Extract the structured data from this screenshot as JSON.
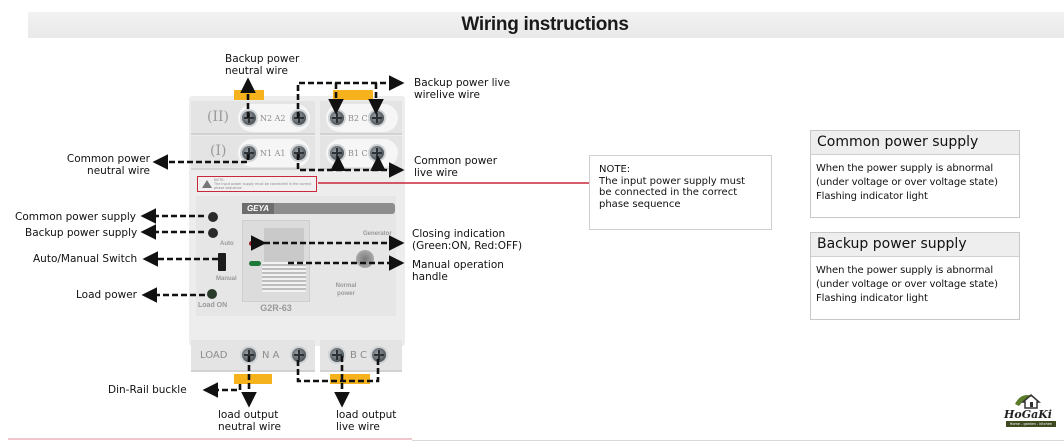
{
  "title": "Wiring instructions",
  "device": {
    "brand": "GEYA",
    "model": "G2R-63",
    "row2_label": "(II)",
    "row1_label": "(I)",
    "load_label": "LOAD",
    "terminals_row2_left": "N2 A2",
    "terminals_row2_right": "B2 C2",
    "terminals_row1_left": "N1 A1",
    "terminals_row1_right": "B1 C1",
    "terminals_load_left": "N A",
    "terminals_load_right": "B C",
    "auto_label": "Auto",
    "manual_label": "Manual",
    "load_on_label": "Load ON",
    "generator_label": "Generator",
    "normal_power_label": "Normal power",
    "warning_title": "NOTE:",
    "warning_text": "The input power supply must be connected in the correct phase sequence",
    "led_colors": {
      "red": "#a01d1d",
      "green": "#1f7a3a"
    }
  },
  "labels": {
    "backup_neutral": [
      "Backup power",
      "neutral wire"
    ],
    "backup_live": [
      "Backup power live",
      "wirelive wire"
    ],
    "common_neutral": [
      "Common power",
      "neutral wire"
    ],
    "common_live": [
      "Common power",
      "live wire"
    ],
    "common_supply": "Common power supply",
    "backup_supply": "Backup power supply",
    "auto_manual": "Auto/Manual Switch",
    "load_power": "Load power",
    "closing_indication": [
      "Closing indication",
      "(Green:ON, Red:OFF)"
    ],
    "manual_handle": [
      "Manual operation",
      "handle"
    ],
    "din_rail": "Din-Rail buckle",
    "load_neutral": [
      "load output",
      "neutral wire"
    ],
    "load_live": [
      "load output",
      "live wire"
    ]
  },
  "note": {
    "title": "NOTE:",
    "lines": [
      "The input power supply must",
      "be connected in the correct",
      "phase sequence"
    ]
  },
  "info_boxes": [
    {
      "heading": "Common power supply",
      "lines": [
        "When the power supply is abnormal",
        "(under voltage or over voltage state)",
        "Flashing indicator light"
      ]
    },
    {
      "heading": "Backup power supply",
      "lines": [
        "When the power supply is abnormal",
        "(under voltage or over voltage state)",
        "Flashing indicator light"
      ]
    }
  ],
  "brand_logo": {
    "name": "HoGaKi",
    "tagline": "Home - garden - kitchen"
  },
  "colors": {
    "accent_red": "#c8283a",
    "clip_orange": "#f6b21c",
    "logo_green": "#3e4a1f"
  }
}
